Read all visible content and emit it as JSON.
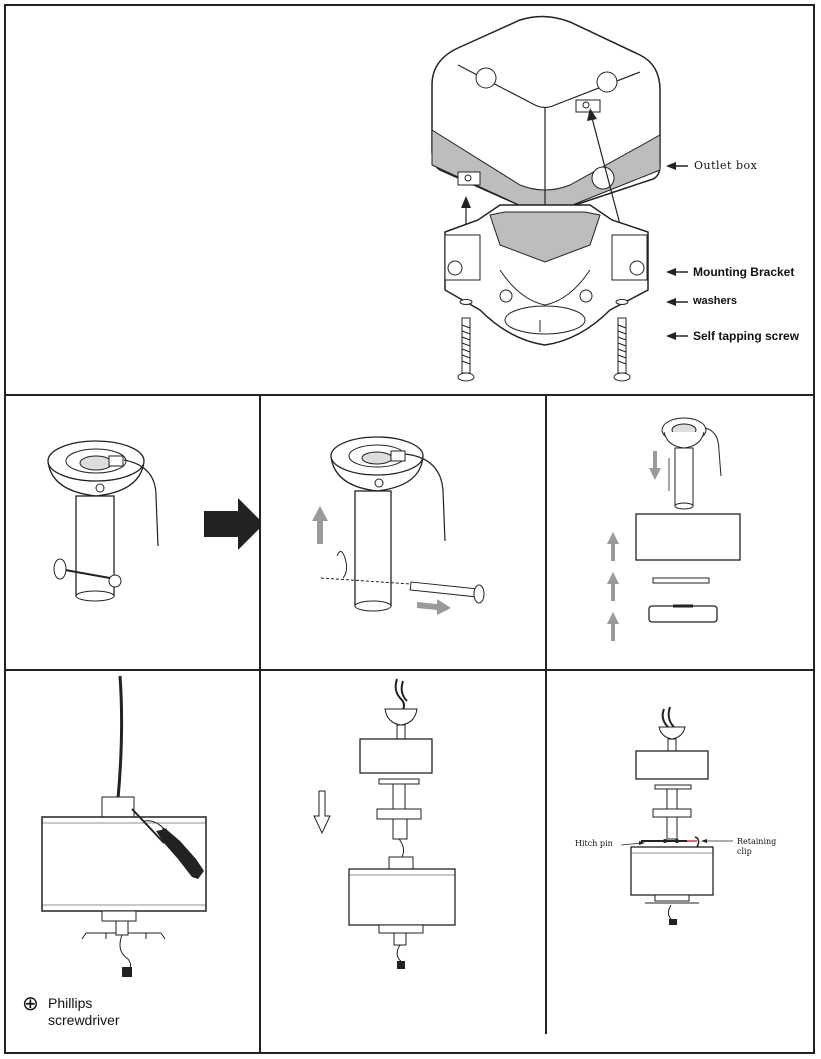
{
  "step1": {
    "labels": {
      "outlet_box": "Outlet box",
      "mounting_bracket": "Mounting Bracket",
      "washers": "washers",
      "self_tapping_screw": "Self tapping screw"
    }
  },
  "step7": {
    "labels": {
      "hitch_pin": "Hitch pin",
      "retaining_clip_line1": "Retaining",
      "retaining_clip_line2": "clip"
    }
  },
  "step4": {
    "tool": {
      "icon": "phillips-screwdriver-icon",
      "line1": "Phillips",
      "line2": "screwdriver"
    }
  },
  "colors": {
    "line": "#222222",
    "shade": "#bdbdbd",
    "arrow_gray": "#9a9a9a"
  }
}
